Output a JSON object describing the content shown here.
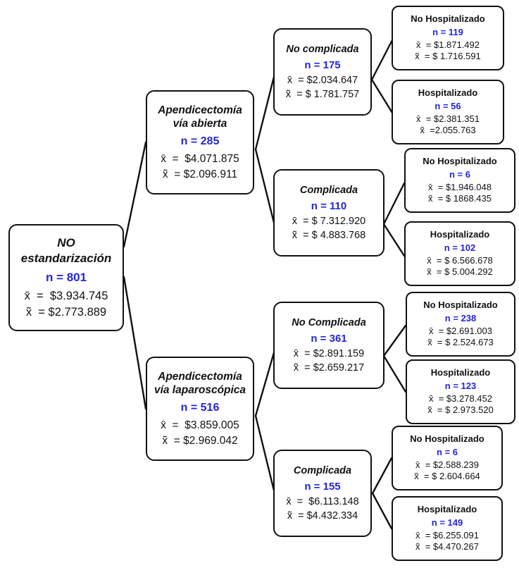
{
  "diagram": {
    "type": "decision-tree",
    "line_color": "#111111",
    "count_color": "#2424dd",
    "text_color": "#111111",
    "background": "#ffffff",
    "mean_symbol": "x̄",
    "median_symbol": "x̃"
  },
  "root": {
    "title": "NO\nestandarización",
    "count": "n = 801",
    "mean": "x̄  =  $3.934.745",
    "median": "x̃  = $2.773.889"
  },
  "level2": [
    {
      "title": "Apendicectomía\nvía abierta",
      "count": "n = 285",
      "mean": "x̄  =  $4.071.875",
      "median": "x̃  = $2.096.911"
    },
    {
      "title": "Apendicectomía\nvía laparoscópica",
      "count": "n = 516",
      "mean": "x̄  =  $3.859.005",
      "median": "x̃  = $2.969.042"
    }
  ],
  "level3": [
    {
      "title": "No complicada",
      "count": "n = 175",
      "mean": "x̄  = $2.034.647",
      "median": "x̃  = $ 1.781.757"
    },
    {
      "title": "Complicada",
      "count": "n = 110",
      "mean": "x̄  = $ 7.312.920",
      "median": "x̃  = $ 4.883.768"
    },
    {
      "title": "No Complicada",
      "count": "n = 361",
      "mean": "x̄  = $2.891.159",
      "median": "x̃  = $2.659.217"
    },
    {
      "title": "Complicada",
      "count": "n = 155",
      "mean": "x̄  =  $6.113.148",
      "median": "x̃  = $4.432.334"
    }
  ],
  "leaves": [
    {
      "title": "No Hospitalizado",
      "count": "n = 119",
      "mean": "x̄  = $1.871.492",
      "median": "x̃  = $ 1.716.591"
    },
    {
      "title": "Hospitalizado",
      "count": "n = 56",
      "mean": "x̄  = $2.381.351",
      "median": "x̃  =2.055.763"
    },
    {
      "title": "No Hospitalizado",
      "count": "n = 6",
      "mean": "x̄  = $1.946.048",
      "median": "x̃  = $ 1868.435"
    },
    {
      "title": "Hospitalizado",
      "count": "n = 102",
      "mean": "x̄  = $ 6.566.678",
      "median": "x̃  = $ 5.004.292"
    },
    {
      "title": "No Hospitalizado",
      "count": "n = 238",
      "mean": "x̄  = $2.691.003",
      "median": "x̃  = $ 2.524.673"
    },
    {
      "title": "Hospitalizado",
      "count": "n = 123",
      "mean": "x̄  = $3.278.452",
      "median": "x̃  = $ 2.973.520"
    },
    {
      "title": "No Hospitalizado",
      "count": "n = 6",
      "mean": "x̄  = $2.588.239",
      "median": "x̃  = $ 2.604.664"
    },
    {
      "title": "Hospitalizado",
      "count": "n = 149",
      "mean": "x̄  = $6.255.091",
      "median": "x̃  = $4.470.267"
    }
  ]
}
